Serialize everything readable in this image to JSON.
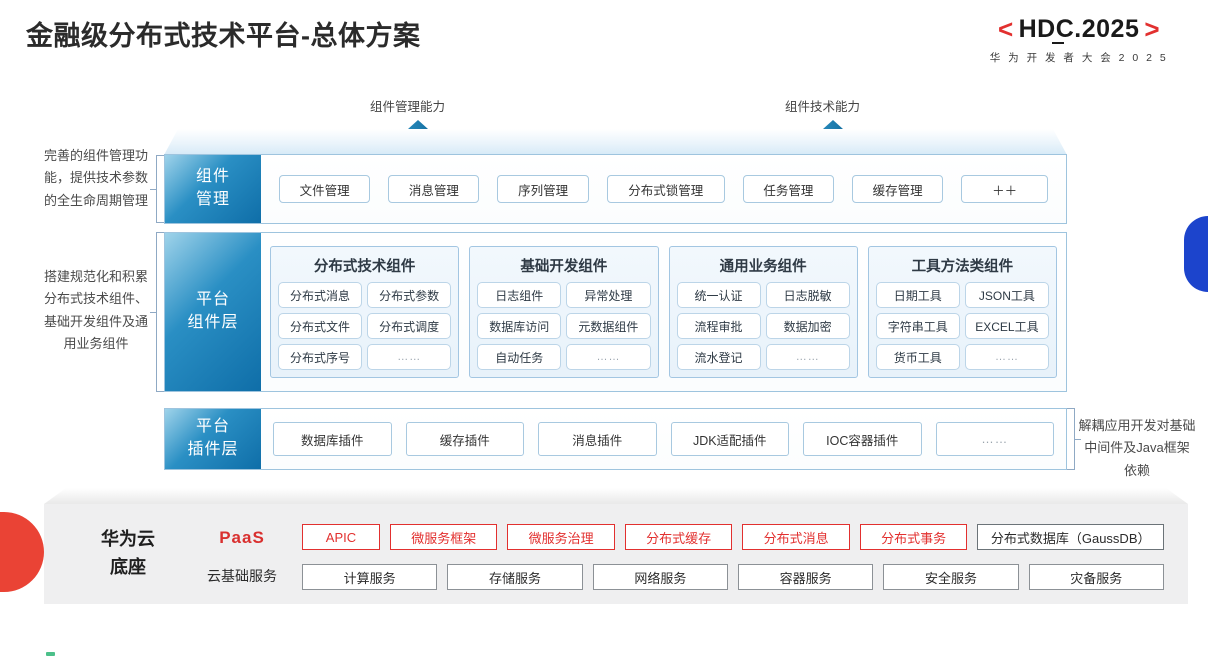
{
  "header": {
    "title": "金融级分布式技术平台-总体方案",
    "logo": {
      "left_bracket": "<",
      "text": "HDC.2025",
      "right_bracket": ">",
      "subtitle": "华 为 开 发 者 大 会 2 0 2 5",
      "bracket_color": "#e2302f"
    }
  },
  "arrows": [
    {
      "label": "组件管理能力"
    },
    {
      "label": "组件技术能力"
    }
  ],
  "side_notes": {
    "left_top": "完善的组件管理功能，提供技术参数的全生命周期管理",
    "left_mid": "搭建规范化和积累分布式技术组件、基础开发组件及通用业务组件",
    "right": "解耦应用开发对基础中间件及Java框架依赖"
  },
  "layers": {
    "component_management": {
      "tag_line1": "组件",
      "tag_line2": "管理",
      "items": [
        "文件管理",
        "消息管理",
        "序列管理",
        "分布式锁管理",
        "任务管理",
        "缓存管理",
        "＋＋"
      ]
    },
    "platform_component": {
      "tag_line1": "平台",
      "tag_line2": "组件层",
      "groups": [
        {
          "title": "分布式技术组件",
          "cells": [
            "分布式消息",
            "分布式参数",
            "分布式文件",
            "分布式调度",
            "分布式序号",
            "……"
          ]
        },
        {
          "title": "基础开发组件",
          "cells": [
            "日志组件",
            "异常处理",
            "数据库访问",
            "元数据组件",
            "自动任务",
            "……"
          ]
        },
        {
          "title": "通用业务组件",
          "cells": [
            "统一认证",
            "日志脱敏",
            "流程审批",
            "数据加密",
            "流水登记",
            "……"
          ]
        },
        {
          "title": "工具方法类组件",
          "cells": [
            "日期工具",
            "JSON工具",
            "字符串工具",
            "EXCEL工具",
            "货币工具",
            "……"
          ]
        }
      ]
    },
    "platform_plugin": {
      "tag_line1": "平台",
      "tag_line2": "插件层",
      "items": [
        "数据库插件",
        "缓存插件",
        "消息插件",
        "JDK适配插件",
        "IOC容器插件",
        "……"
      ]
    }
  },
  "base": {
    "title_line1": "华为云",
    "title_line2": "底座",
    "paas_label": "PaaS",
    "paas_label_color": "#d9302f",
    "infra_label": "云基础服务",
    "paas_items": [
      {
        "label": "APIC",
        "style": "red"
      },
      {
        "label": "微服务框架",
        "style": "red"
      },
      {
        "label": "微服务治理",
        "style": "red"
      },
      {
        "label": "分布式缓存",
        "style": "red"
      },
      {
        "label": "分布式消息",
        "style": "red"
      },
      {
        "label": "分布式事务",
        "style": "red"
      },
      {
        "label": "分布式数据库（GaussDB）",
        "style": "neutral"
      }
    ],
    "infra_items": [
      "计算服务",
      "存储服务",
      "网络服务",
      "容器服务",
      "安全服务",
      "灾备服务"
    ]
  },
  "colors": {
    "accent_blue": "#0f6ea8",
    "accent_red": "#e2302f",
    "decor_blue": "#1c44cc",
    "panel_gray": "#efeff0"
  }
}
